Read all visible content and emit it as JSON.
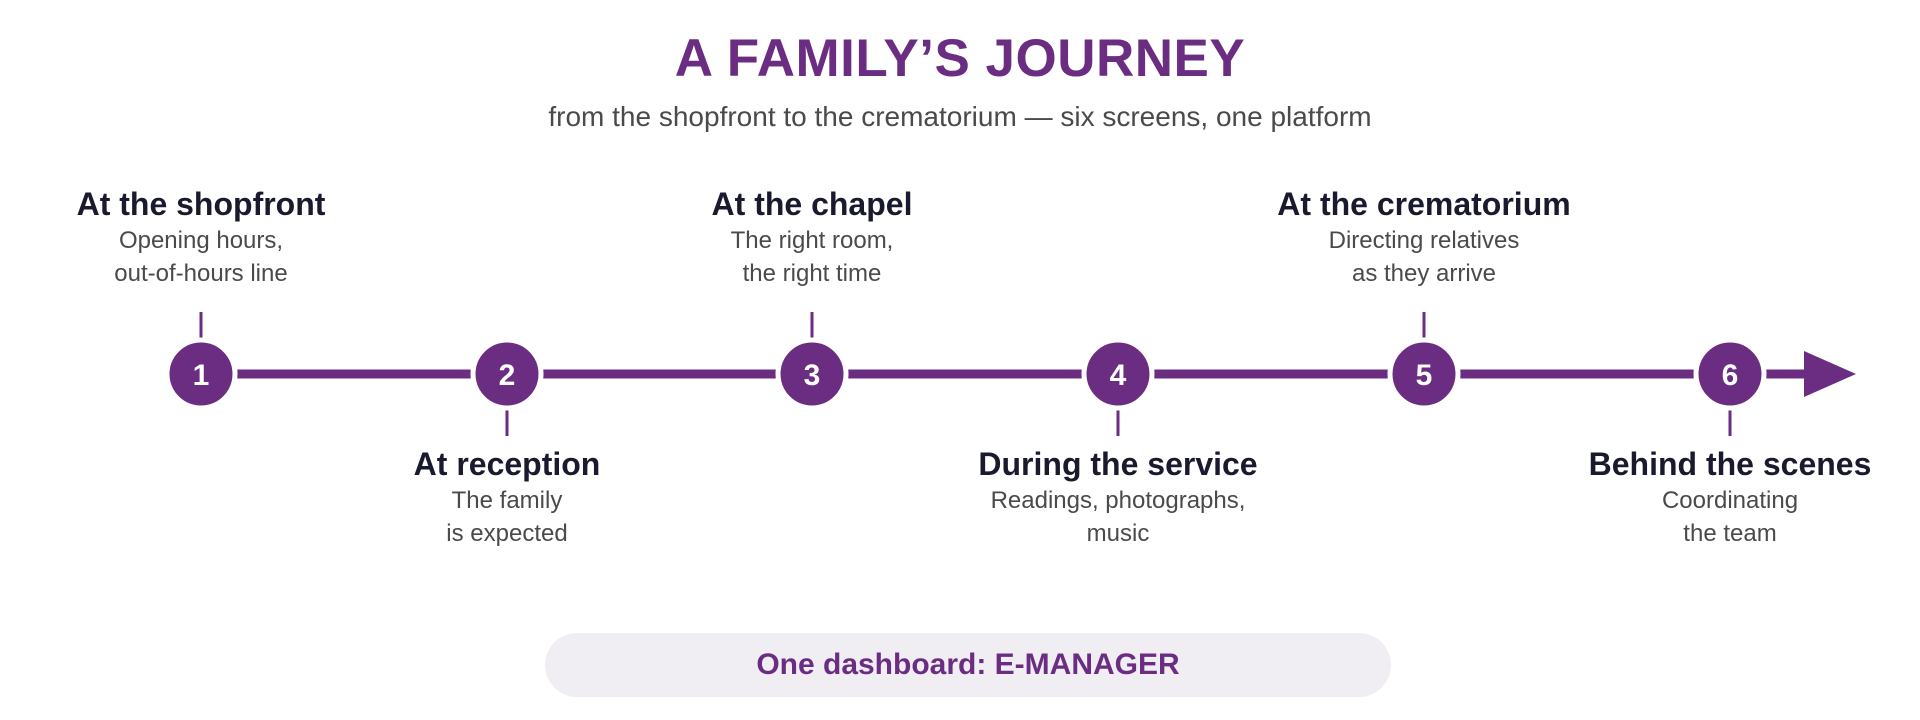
{
  "header": {
    "title": "A FAMILY’S JOURNEY",
    "subtitle": "from the shopfront to the crematorium — six screens, one platform"
  },
  "colors": {
    "accent": "#6a2d82",
    "heading_text": "#1a1a2e",
    "body_text": "#4a4a4a",
    "pill_background": "#f0edf3"
  },
  "steps": [
    {
      "number": "1",
      "title": "At the shopfront",
      "desc_line1": "Opening hours,",
      "desc_line2": "out-of-hours line"
    },
    {
      "number": "2",
      "title": "At reception",
      "desc_line1": "The family",
      "desc_line2": "is expected"
    },
    {
      "number": "3",
      "title": "At the chapel",
      "desc_line1": "The right room,",
      "desc_line2": "the right time"
    },
    {
      "number": "4",
      "title": "During the service",
      "desc_line1": "Readings, photographs,",
      "desc_line2": "music"
    },
    {
      "number": "5",
      "title": "At the crematorium",
      "desc_line1": "Directing relatives",
      "desc_line2": "as they arrive"
    },
    {
      "number": "6",
      "title": "Behind the scenes",
      "desc_line1": "Coordinating",
      "desc_line2": "the team"
    }
  ],
  "footer": {
    "label": "One dashboard: E-MANAGER"
  }
}
